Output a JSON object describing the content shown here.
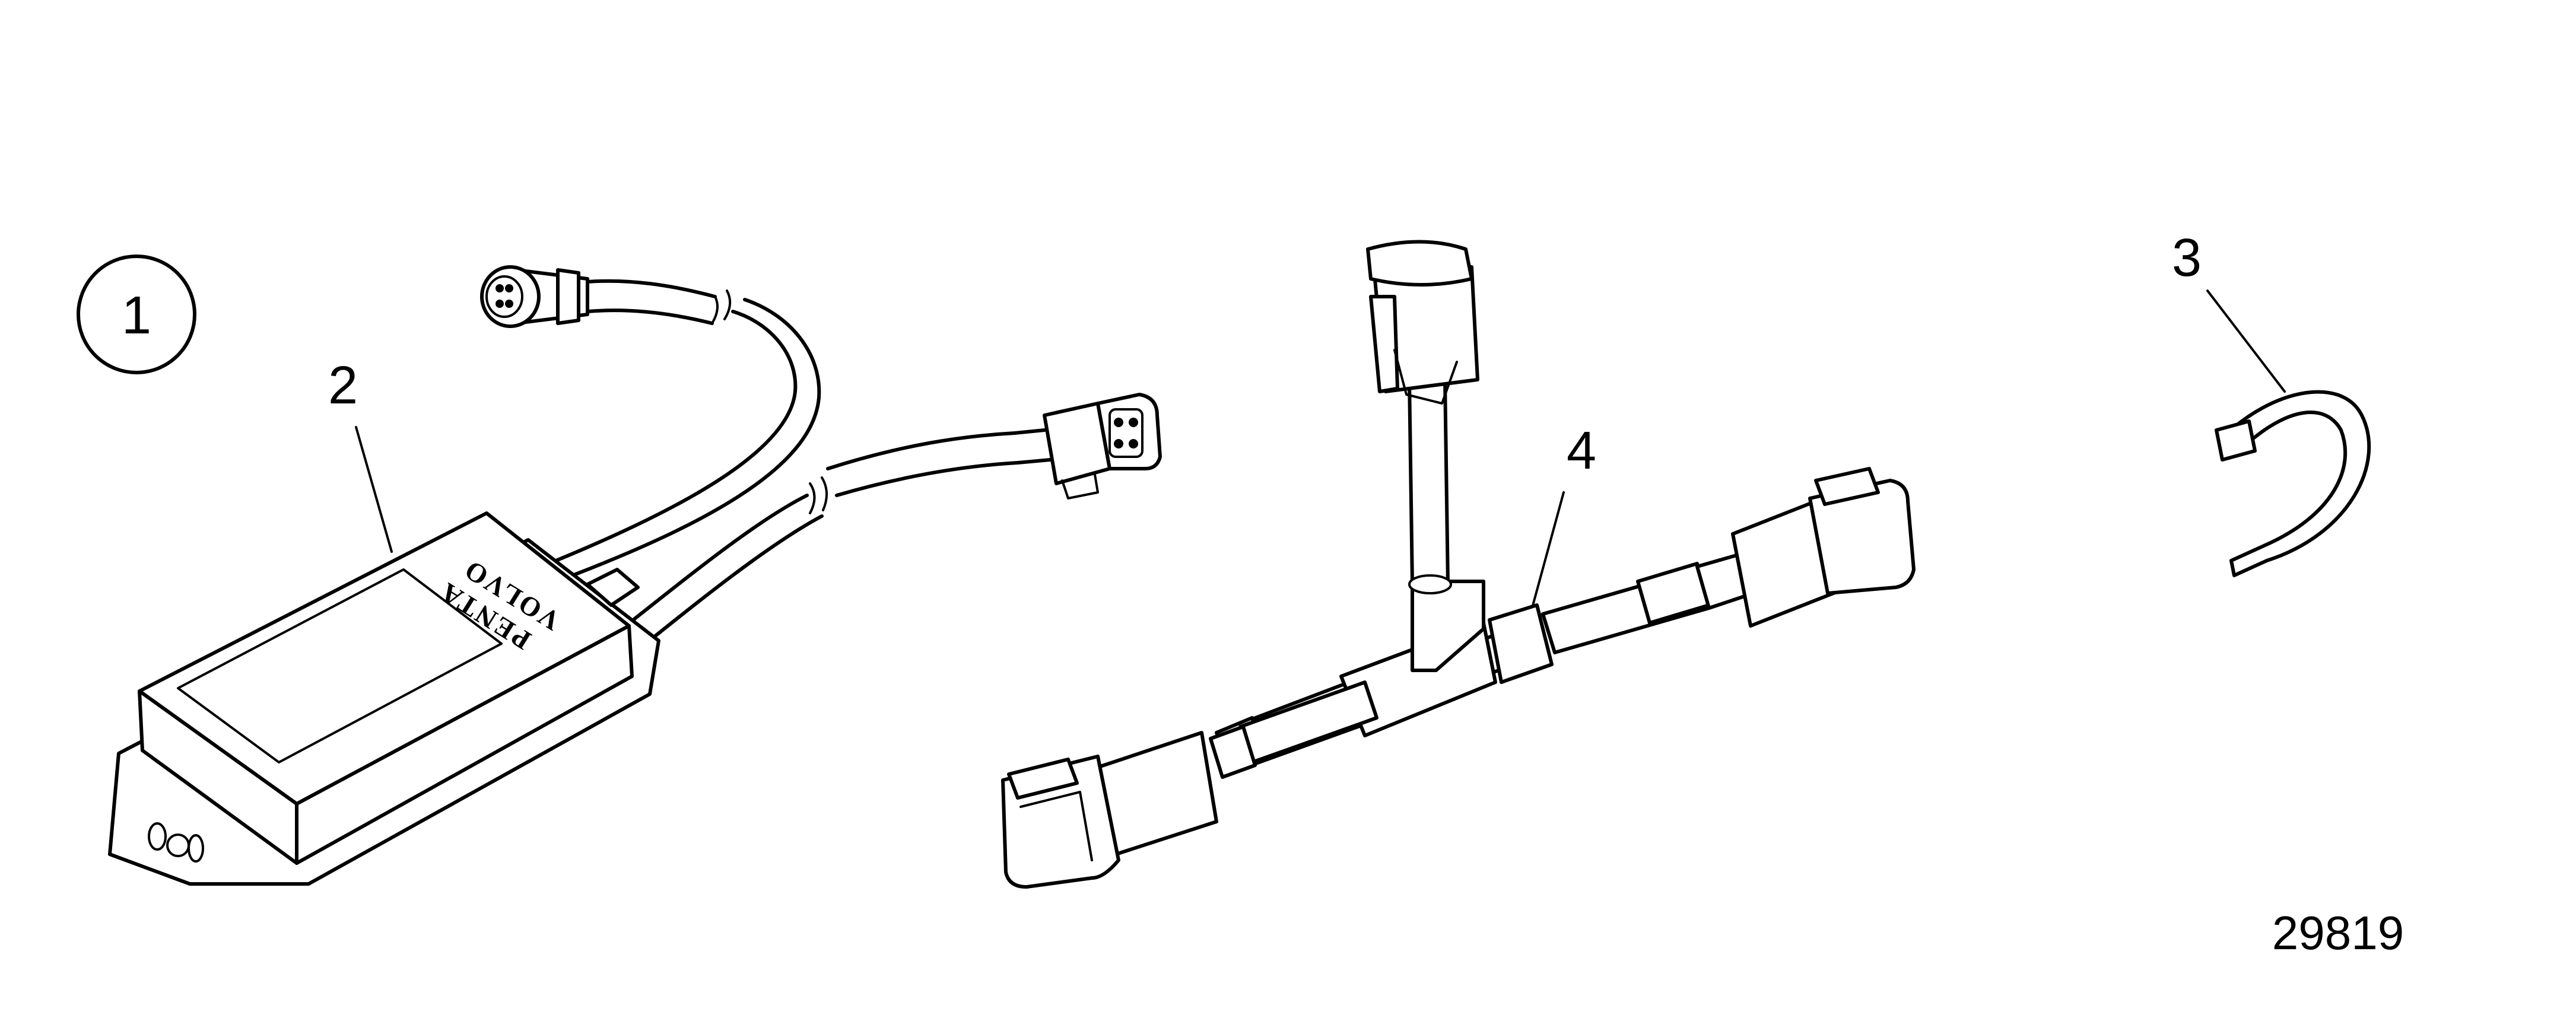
{
  "diagram": {
    "kit_number": "1",
    "callouts": {
      "module": "2",
      "cable_tie": "3",
      "y_harness": "4"
    },
    "module_branding": {
      "line1": "VOLVO",
      "line2": "PENTA"
    },
    "reference_number": "29819"
  }
}
